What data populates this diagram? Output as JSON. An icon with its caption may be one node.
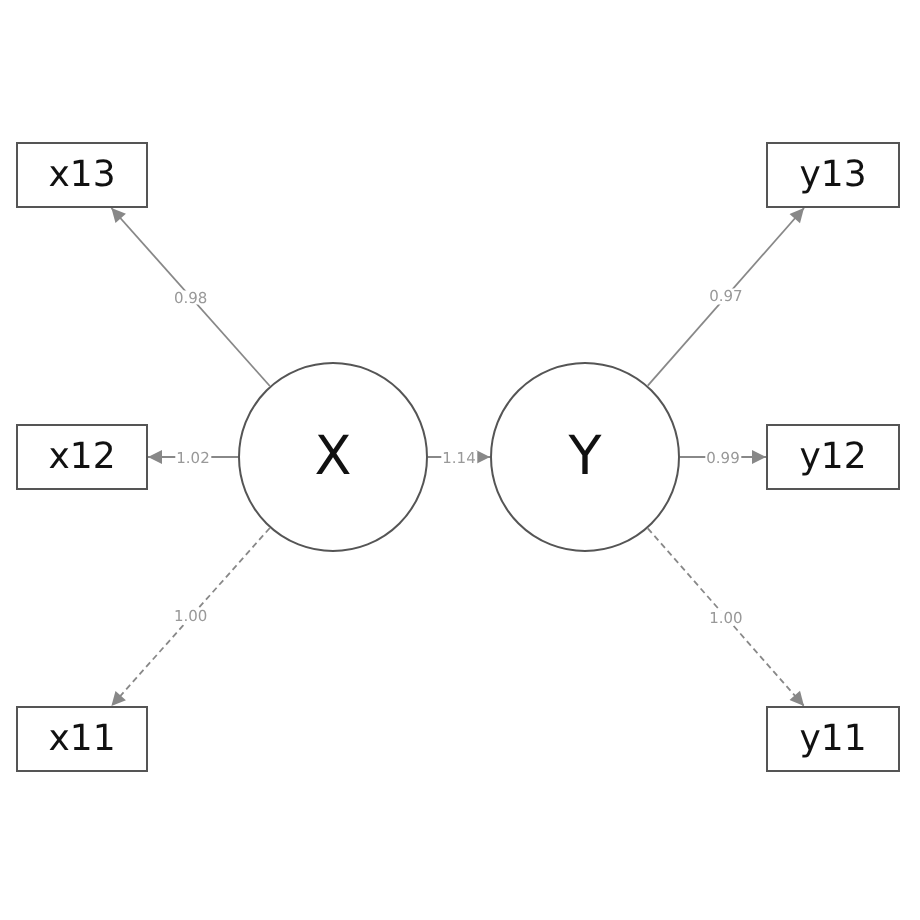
{
  "diagram": {
    "nodes": [
      {
        "text": [
          "x13"
        ]
      },
      {
        "text": [
          "y13"
        ]
      },
      {
        "text": [
          "x12"
        ]
      },
      {
        "text": [
          "X"
        ]
      },
      {
        "text": [
          "Y"
        ]
      },
      {
        "text": [
          "y12"
        ]
      },
      {
        "text": [
          "x11"
        ]
      },
      {
        "text": [
          "y11"
        ]
      }
    ],
    "edges": [
      {
        "from": 3,
        "to": 0,
        "arrow": "to",
        "label": "0.98"
      },
      {
        "from": 3,
        "to": 2,
        "arrow": "to",
        "label": "1.02"
      },
      {
        "from": 3,
        "to": 6,
        "arrow": "to",
        "label": "1.00",
        "style": "dashed"
      },
      {
        "from": 3,
        "to": 4,
        "arrow": "to",
        "label": "1.14"
      },
      {
        "from": 4,
        "to": 1,
        "arrow": "to",
        "label": "0.97"
      },
      {
        "from": 4,
        "to": 5,
        "arrow": "to",
        "label": "0.99"
      },
      {
        "from": 4,
        "to": 7,
        "arrow": "to",
        "label": "1.00",
        "style": "dashed"
      }
    ]
  }
}
